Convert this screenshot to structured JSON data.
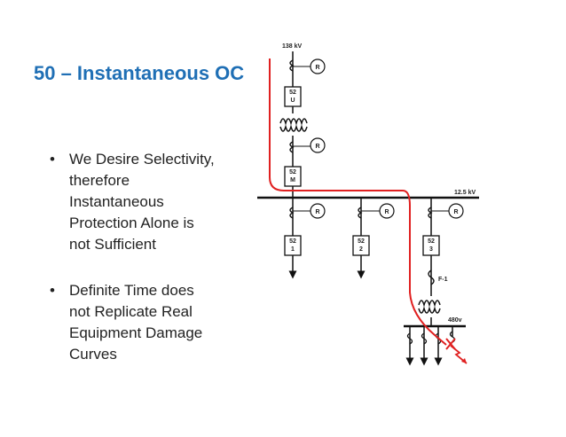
{
  "slide": {
    "title": "50 – Instantaneous OC",
    "bullets": [
      "We Desire Selectivity, therefore Instantaneous Protection Alone is not Sufficient",
      "Definite Time does not Replicate Real Equipment Damage Curves"
    ],
    "bullet_glyph": "•"
  },
  "diagram": {
    "voltage_top": "138 kV",
    "voltage_bus": "12.5 kV",
    "voltage_low": "480v",
    "relay_label": "R",
    "breaker_u": [
      "52",
      "U"
    ],
    "breaker_m": [
      "52",
      "M"
    ],
    "breaker_1": [
      "52",
      "1"
    ],
    "breaker_2": [
      "52",
      "2"
    ],
    "breaker_3": [
      "52",
      "3"
    ],
    "fuse_label": "F-1",
    "fault_color": "#e02020",
    "line_color": "#111111"
  }
}
